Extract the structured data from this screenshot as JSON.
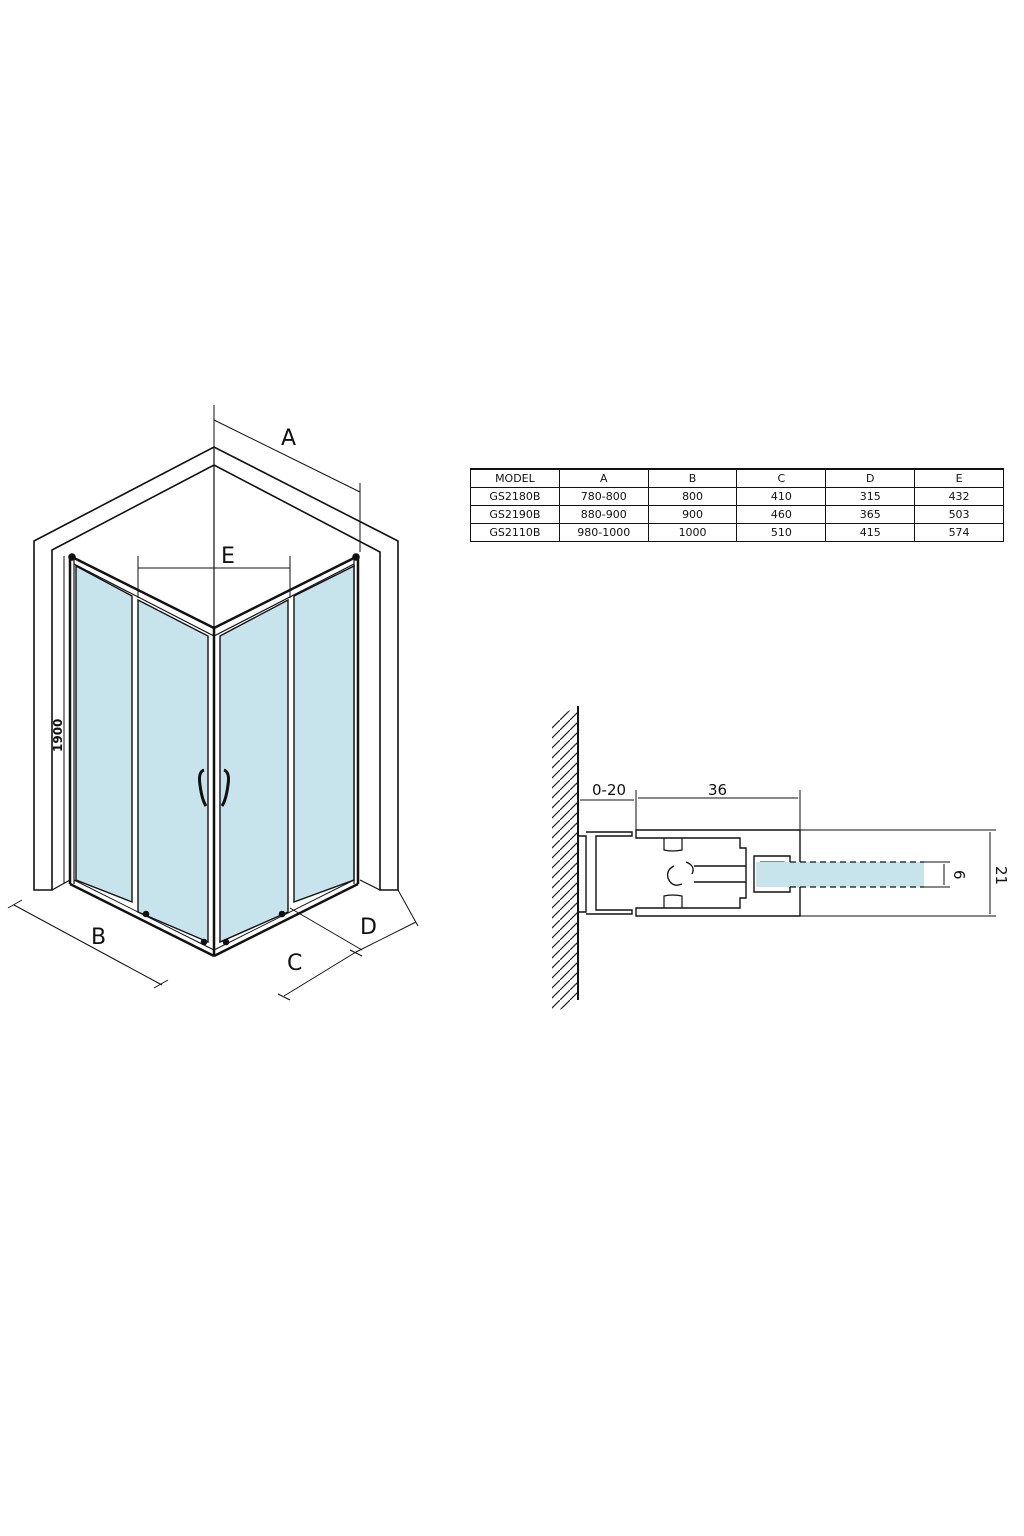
{
  "shower_diagram": {
    "labels": {
      "A": "A",
      "B": "B",
      "C": "C",
      "D": "D",
      "E": "E",
      "height": "1900"
    },
    "glass_color": "#c7e3ec"
  },
  "profile_detail": {
    "labels": {
      "gap": "0-20",
      "depth": "36",
      "glass_thickness": "6",
      "height": "21"
    },
    "glass_color": "#c7e3ec"
  },
  "spec_table": {
    "headers": [
      "MODEL",
      "A",
      "B",
      "C",
      "D",
      "E"
    ],
    "rows": [
      [
        "GS2180B",
        "780-800",
        "800",
        "410",
        "315",
        "432"
      ],
      [
        "GS2190B",
        "880-900",
        "900",
        "460",
        "365",
        "503"
      ],
      [
        "GS2110B",
        "980-1000",
        "1000",
        "510",
        "415",
        "574"
      ]
    ]
  }
}
